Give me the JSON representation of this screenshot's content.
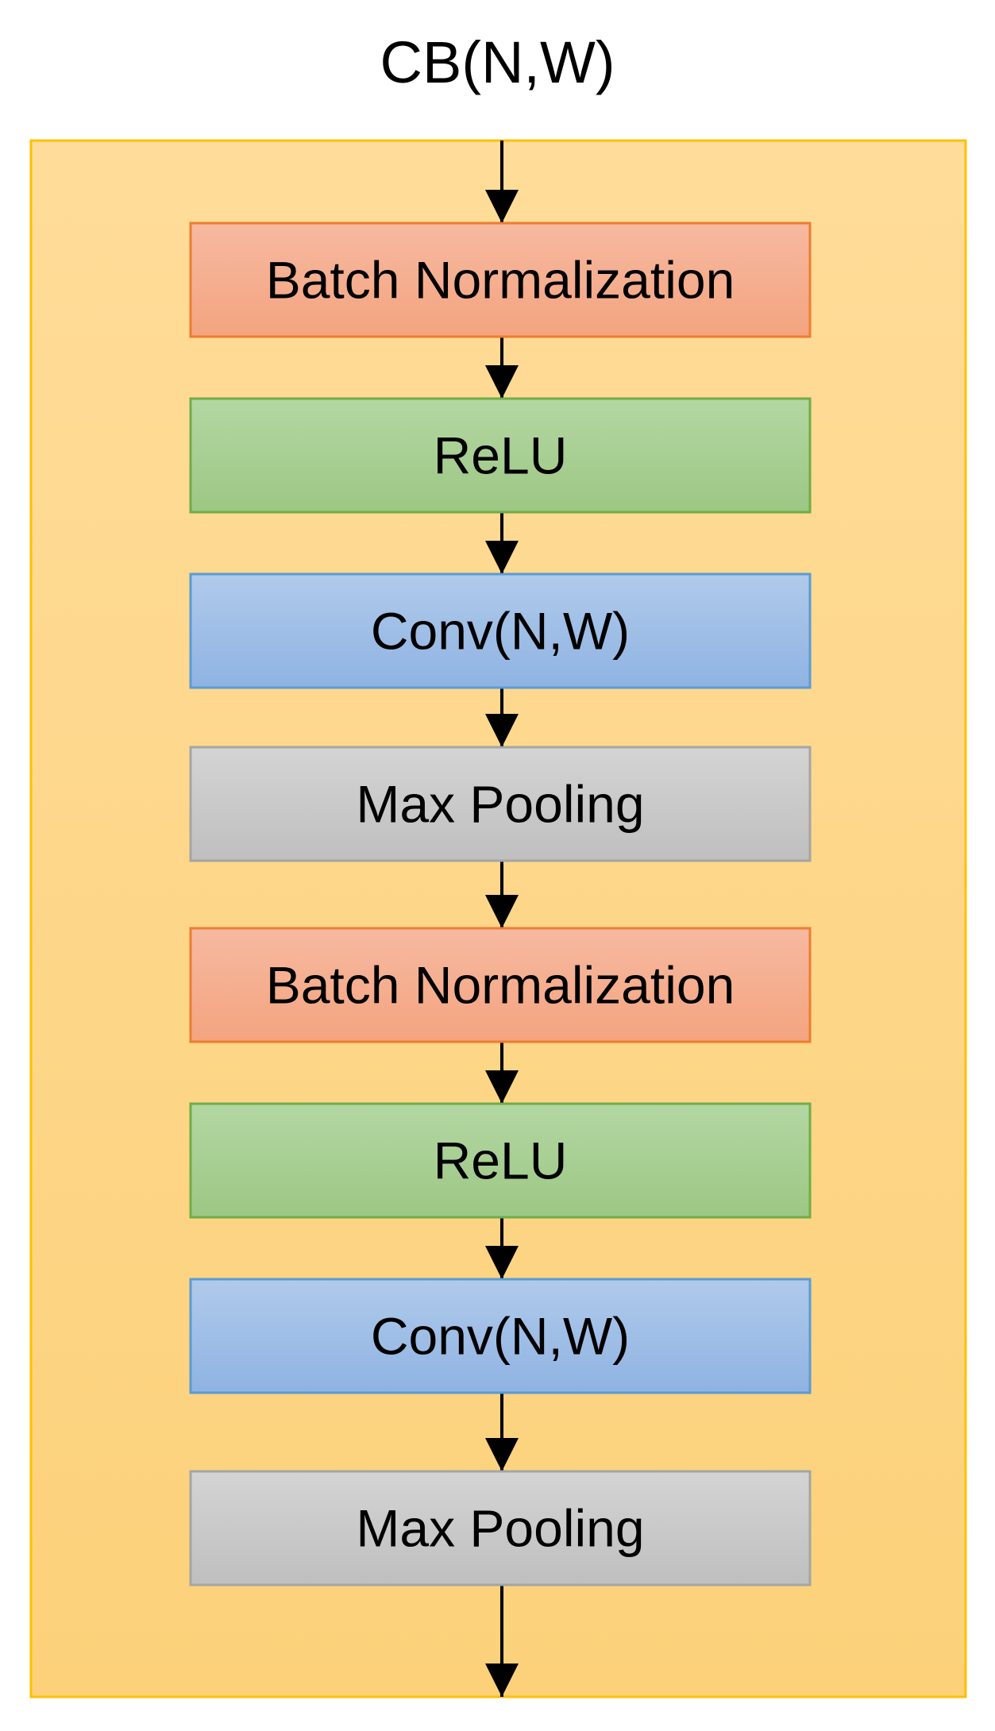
{
  "title": "CB(N,W)",
  "blocks": [
    {
      "label": "Batch Normalization",
      "kind": "batchnorm"
    },
    {
      "label": "ReLU",
      "kind": "relu"
    },
    {
      "label": "Conv(N,W)",
      "kind": "conv"
    },
    {
      "label": "Max Pooling",
      "kind": "pool"
    },
    {
      "label": "Batch Normalization",
      "kind": "batchnorm"
    },
    {
      "label": "ReLU",
      "kind": "relu"
    },
    {
      "label": "Conv(N,W)",
      "kind": "conv"
    },
    {
      "label": "Max Pooling",
      "kind": "pool"
    }
  ],
  "colors": {
    "container_fill_top": "#FFDC99",
    "container_fill_bottom": "#FCD17A",
    "container_border": "#FFC000",
    "batchnorm_top": "#F6B9A1",
    "batchnorm_bottom": "#F4A47F",
    "batchnorm_border": "#ED7D31",
    "relu_top": "#B3D7A3",
    "relu_bottom": "#9DC784",
    "relu_border": "#70AD47",
    "conv_top": "#B0CAEB",
    "conv_bottom": "#8FB3E2",
    "conv_border": "#5B9BD5",
    "pool_top": "#D4D4D4",
    "pool_bottom": "#BFBFBF",
    "pool_border": "#A5A5A5",
    "arrow": "#000000",
    "text": "#000000"
  }
}
